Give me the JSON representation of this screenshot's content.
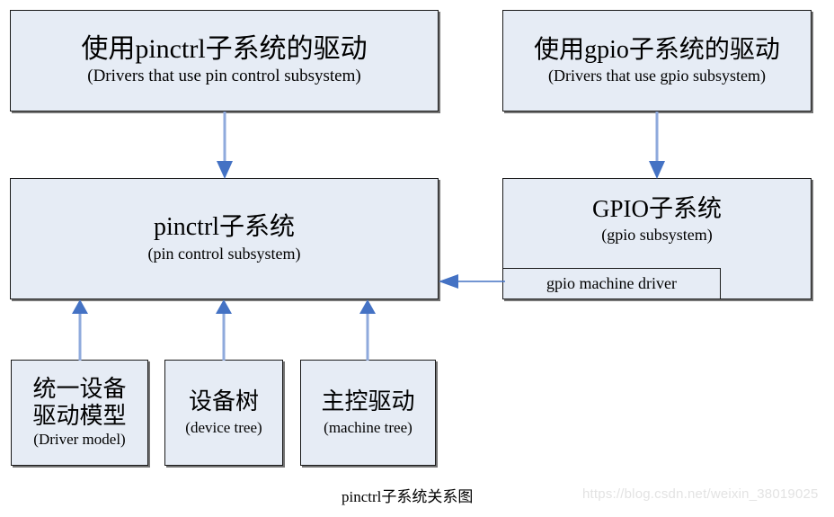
{
  "diagram": {
    "caption": "pinctrl子系统关系图",
    "watermark": "https://blog.csdn.net/weixin_38019025",
    "colors": {
      "box_fill": "#e6ecf5",
      "box_border": "#1a1a1a",
      "box_shadow": "#5a5a5a",
      "arrow_line": "#8faadc",
      "arrow_head": "#4472c4",
      "arrow_line_thin": "#4472c4",
      "background": "#ffffff",
      "watermark_text": "#e3e3e3"
    },
    "boxes": {
      "pinctrl_drivers": {
        "cn": "使用pinctrl子系统的驱动",
        "en": "(Drivers that use pin control subsystem)"
      },
      "gpio_drivers": {
        "cn": "使用gpio子系统的驱动",
        "en": "(Drivers that use gpio subsystem)"
      },
      "pinctrl_subsystem": {
        "cn": "pinctrl子系统",
        "en": "(pin control subsystem)"
      },
      "gpio_subsystem": {
        "cn": "GPIO子系统",
        "en": "(gpio subsystem)",
        "nested_label": "gpio machine driver"
      },
      "driver_model": {
        "cn_line1": "统一设备",
        "cn_line2": "驱动模型",
        "en": "(Driver model)"
      },
      "device_tree": {
        "cn": "设备树",
        "en": "(device tree)"
      },
      "machine_tree": {
        "cn": "主控驱动",
        "en": "(machine tree)"
      }
    },
    "arrows": [
      {
        "name": "pinctrl-drivers-to-pinctrl-subsystem",
        "direction": "down"
      },
      {
        "name": "gpio-drivers-to-gpio-subsystem",
        "direction": "down"
      },
      {
        "name": "driver-model-to-pinctrl-subsystem",
        "direction": "up"
      },
      {
        "name": "device-tree-to-pinctrl-subsystem",
        "direction": "up"
      },
      {
        "name": "machine-tree-to-pinctrl-subsystem",
        "direction": "up"
      },
      {
        "name": "gpio-machine-driver-to-pinctrl-subsystem",
        "direction": "left"
      }
    ]
  }
}
